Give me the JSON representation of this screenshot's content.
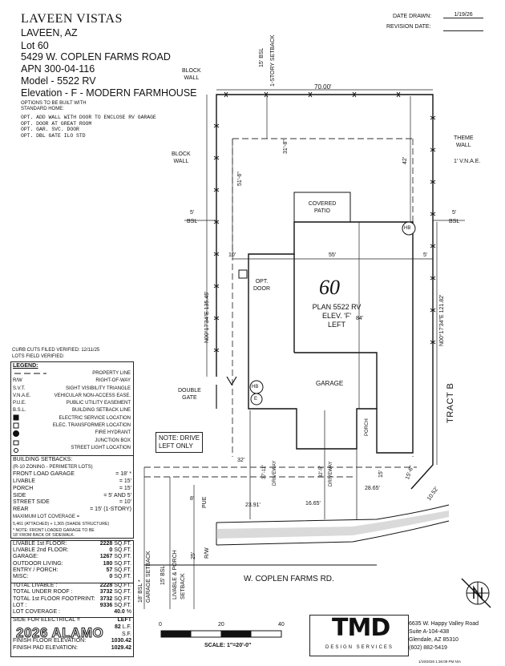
{
  "header": {
    "community": "LAVEEN VISTAS",
    "city": "LAVEEN, AZ",
    "lot": "Lot  60",
    "address": "5429 W. COPLEN FARMS ROAD",
    "apn": "APN  300-04-116",
    "model": "Model - 5522 RV",
    "elevation_prefix": "Elevation",
    "elevation_value": " - F - MODERN FARMHOUSE",
    "options_intro": "OPTIONS TO BE BUILT WITH\nSTANDARD HOME:",
    "options": [
      "OPT. ADD WALL WITH DOOR TO ENCLOSE RV GARAGE",
      "OPT. DOOR AT GREAT ROOM",
      "OPT. GAR. SVC. DOOR",
      "OPT. DBL GATE ILO STD"
    ]
  },
  "dates": {
    "drawn_label": "DATE DRAWN:",
    "drawn_value": "1/19/26",
    "revision_label": "REVISION DATE:"
  },
  "plan": {
    "lot_number": "60",
    "plan_line1": "PLAN 5522 RV",
    "plan_line2": "ELEV. 'F'",
    "plan_line3": "LEFT",
    "covered_patio": "COVERED\nPATIO",
    "garage": "GARAGE",
    "porch": "PORCH",
    "opt_door": "OPT.\nDOOR",
    "hb": "HB",
    "e": "E",
    "block_wall_top": "BLOCK\nWALL",
    "block_wall_left": "BLOCK\nWALL",
    "theme_wall": "THEME\nWALL",
    "vnae": "1' V.N.A.E.",
    "bsl_left": "5'\nBSL",
    "bsl_right": "5'\nBSL",
    "double_gate": "DOUBLE\nGATE",
    "note_drive": "NOTE: DRIVE\nLEFT ONLY",
    "tract_b": "TRACT B",
    "street": "W. COPLEN FARMS RD.",
    "setback_15_bsl_top": "15' BSL",
    "setback_1story": "1-STORY SETBACK",
    "dim_70": "70.00'",
    "dim_31_8": "31'-8\"",
    "dim_42": "42'",
    "dim_51_6": "51'-6\"",
    "dim_10": "10'",
    "dim_55": "55'",
    "dim_5": "5'",
    "dim_84": "84'",
    "dim_left_bearing": "N00°17'34\"E 135.45'",
    "dim_right_bearing": "N00°17'34\"E 121.82'",
    "dim_32": "32'",
    "dim_37_11": "37'-11\"",
    "dim_32_5": "32'-5\"",
    "driveway": "DRIVEWAY",
    "dim_15": "15'",
    "dim_15_6": "15'-6\"",
    "dim_28_65": "28.65'",
    "dim_16_65": "16.65'",
    "dim_23_91": "23.91'",
    "dim_10_52": "10.52'",
    "dim_8": "8'",
    "pue": "PUE",
    "dim_25": "25'",
    "rw": "R/W",
    "garage_setback": "18' BSL *\nGARAGE SETBACK",
    "bsl_15": "15' BSL",
    "livable_porch_setback": "LIVABLE & PORCH\nSETBACK"
  },
  "curb": {
    "line1": "CURB CUTS FILED VERIFIED: 12/11/25",
    "line2": "LOTS FIELD VERIFIED:"
  },
  "legend": {
    "title": "LEGEND:",
    "items": [
      {
        "abbr": "",
        "desc": "PROPERTY LINE"
      },
      {
        "abbr": "R/W",
        "desc": "RIGHT-OF-WAY"
      },
      {
        "abbr": "S.V.T.",
        "desc": "SIGHT VISIBILITY TRIANGLE"
      },
      {
        "abbr": "V.N.A.E.",
        "desc": "VEHICULAR NON-ACCESS EASE."
      },
      {
        "abbr": "P.U.E.",
        "desc": "PUBLIC UTILITY EASEMENT"
      },
      {
        "abbr": "B.S.L.",
        "desc": "BUILDING SETBACK LINE"
      },
      {
        "abbr": "",
        "desc": "ELECTRIC SERVICE LOCATION"
      },
      {
        "abbr": "",
        "desc": "ELEC. TRANSFORMER LOCATION"
      },
      {
        "abbr": "",
        "desc": "FIRE HYDRANT"
      },
      {
        "abbr": "",
        "desc": "JUNCTION BOX"
      },
      {
        "abbr": "",
        "desc": "STREET LIGHT LOCATION"
      }
    ]
  },
  "setbacks": {
    "title": "BUILDING SETBACKS:",
    "zoning": "(R-10 ZONING - PERIMETER LOTS)",
    "rows": [
      {
        "k": "FRONT LOAD GARAGE",
        "v": "= 18' *"
      },
      {
        "k": "LIVABLE",
        "v": "= 15'"
      },
      {
        "k": "PORCH",
        "v": "= 15'"
      },
      {
        "k": "SIDE",
        "v": "= 5' AND 5'"
      },
      {
        "k": "STREET SIDE",
        "v": "= 10'"
      },
      {
        "k": "REAR",
        "v": "= 15' (1-STORY)"
      }
    ],
    "coverage_title": "MAXIMUM LOT COVERAGE =",
    "coverage_value": "5,461 (ATTACHED) + 1,365 (SHADE STRUCTURE)",
    "note": "* NOTE: FRONT LOADED GARAGE TO BE\n18' FROM BACK OF SIDEWALK."
  },
  "areas": [
    {
      "k": "LIVABLE 1st FLOOR:",
      "v": "2228",
      "u": "SQ.FT."
    },
    {
      "k": "LIVABLE 2nd FLOOR:",
      "v": "0",
      "u": "SQ.FT."
    },
    {
      "k": "GARAGE:",
      "v": "1267",
      "u": "SQ.FT."
    },
    {
      "k": "OUTDOOR LIVING:",
      "v": "180",
      "u": "SQ.FT."
    },
    {
      "k": "ENTRY / PORCH:",
      "v": "57",
      "u": "SQ.FT."
    },
    {
      "k": "MISC:",
      "v": "0",
      "u": "SQ.FT."
    }
  ],
  "totals": [
    {
      "k": "TOTAL LIVABLE :",
      "v": "2228",
      "u": "SQ.FT."
    },
    {
      "k": "TOTAL UNDER ROOF :",
      "v": "3732",
      "u": "SQ.FT."
    },
    {
      "k": "TOTAL 1st FLOOR FOOTPRINT:",
      "v": "3732",
      "u": "SQ.FT."
    },
    {
      "k": "LOT :",
      "v": "9336",
      "u": "SQ.FT."
    },
    {
      "k": "LOT COVERAGE :",
      "v": "40.0",
      "u": "%"
    }
  ],
  "electrical": {
    "k": "SIDE FOR ELECTRICAL =",
    "v": "LEFT"
  },
  "footer_rows": [
    {
      "k": "",
      "v": "82",
      "u": "L.F."
    },
    {
      "k": "",
      "v": "",
      "u": "S.F."
    }
  ],
  "finish": [
    {
      "k": "FINISH FLOOR ELEVATION:",
      "v": "1030.42"
    },
    {
      "k": "FINISH PAD ELEVATION:",
      "v": "1029.42"
    }
  ],
  "scale": {
    "t0": "0",
    "t20": "20",
    "t40": "40",
    "label": "SCALE:  1\"=20'-0\""
  },
  "watermark": "2026 ALAMO",
  "company": {
    "name": "TMD",
    "sub": "DESIGN SERVICES",
    "address1": "6635 W. Happy Valley Road",
    "address2": "Suite A-104-438",
    "address3": "Glendale, AZ 85310",
    "phone": "(602) 882-5419"
  },
  "printed": "1/19/2026 1:36:09 PM N/A"
}
